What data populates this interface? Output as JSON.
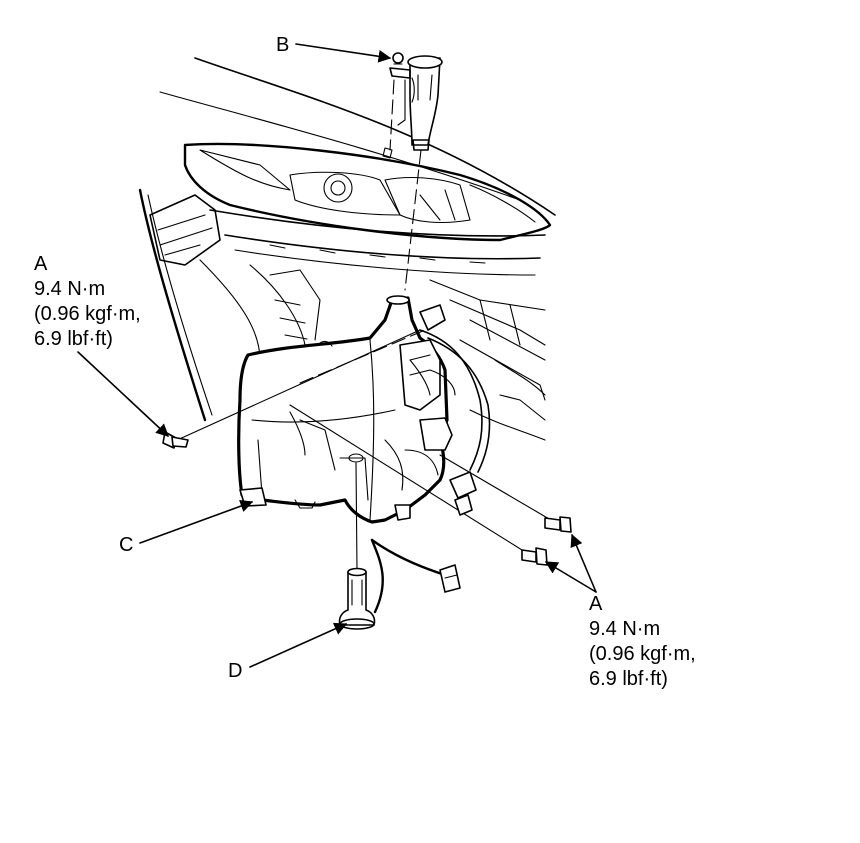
{
  "callouts": {
    "left_torque": {
      "letter": "A",
      "newton_metres": "9.4 N·m",
      "kgf_metres": "(0.96 kgf·m,",
      "lbf_feet": "6.9 lbf·ft)"
    },
    "right_torque": {
      "letter": "A",
      "newton_metres": "9.4 N·m",
      "kgf_metres": "(0.96 kgf·m,",
      "lbf_feet": "6.9 lbf·ft)"
    },
    "b": "B",
    "c": "C",
    "d": "D"
  }
}
